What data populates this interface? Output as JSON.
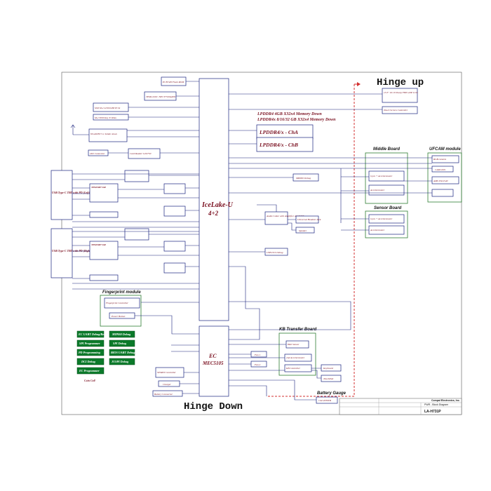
{
  "headings": {
    "hinge_up": "Hinge up",
    "hinge_down": "Hinge Down",
    "middle_board": "Middle Board",
    "ufcam_module": "UFCAM module",
    "sensor_board": "Sensor Board",
    "kb_transfer_board": "KB Transfer Board",
    "battery_gauge": "Battery Gauge",
    "fingerprint_module": "Fingerprint module"
  },
  "cpu": {
    "name": "IceLake-U",
    "cores": "4+2"
  },
  "ec": {
    "name": "EC",
    "part": "MEC5105"
  },
  "memory": {
    "line1": "LPDDR4 4GB X32x4 Memory Down",
    "line2": "LPDDR4x 8/16/32 GB X32x4 Memory Down",
    "cha": "LPDDR4/x - ChA",
    "chb": "LPDDR4/x - ChB"
  },
  "left_blocks": [
    "PCH SPI Flash ROM",
    "TPM2.0/I2C NPCT750JAAYX",
    "SSD M.2 2230/2280 PCIe",
    "M.2 3030 Key E Wlan",
    "WLAN/BT 5.1 Solder down",
    "eSD Connector",
    "Card Reader GL9750"
  ],
  "usb_left": {
    "title": "USB Type-C TBT with PD (Left)",
    "mux": "TPS65987 DR"
  },
  "usb_right": {
    "title": "USB Type-C TBT with PD (Right)",
    "mux": "TPS65987 DR"
  },
  "right_blocks": [
    "13.3\" 16:10 Sharp FHD eDP LCD",
    "Touch Screen Controller",
    "MIPI60 Debug",
    "Audio Codec with Amplifier ALC3253",
    "Universal Headset Jack",
    "Speaker",
    "USB DCI Debug",
    "Gyro + Accelerometer",
    "Accelerometer",
    "RGB camera",
    "CAM LED",
    "AMS TSL2540",
    "Gyro + Accelerometer",
    "Accelerometer"
  ],
  "ec_side": [
    "Fan 1",
    "Fan 2",
    "Hall Sensor",
    "2nd Accelerometer",
    "KB Controller",
    "Keyboard",
    "TouchPad",
    "Charger",
    "Battery Connector",
    "SYSRST Controller",
    "CAC2036TR"
  ],
  "debug_buttons": [
    "EC UART Debug/Reset",
    "MIPI60 Debug",
    "SPI Programmer",
    "SPI Debug",
    "PD Programming",
    "BIOS UART Debug",
    "DCI Debug",
    "JUSPI Debug",
    "EC Programmer"
  ],
  "coin_cell": "Coin Cell",
  "fingerprint": {
    "controller": "Fingerprint Controller",
    "power_button": "Power Button"
  },
  "title_block": {
    "company": "Compal Electronics, Inc.",
    "title": "PWR - Block Diagram",
    "doc": "LA-H731P"
  },
  "colors": {
    "wire": "#1a237e",
    "text": "#7a1020",
    "green": "#2e7d32",
    "button": "#0b7a2a",
    "red": "#d32f2f"
  }
}
